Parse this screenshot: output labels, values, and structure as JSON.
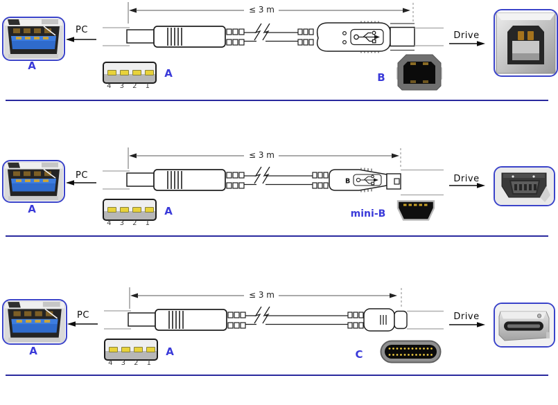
{
  "diagram": {
    "description": "USB cable types: A-to-B, A-to-mini-B, A-to-C",
    "colors": {
      "label_blue": "#3A3AD9",
      "separator_blue": "#29299E",
      "port_border_blue": "#3A43C9",
      "pin_yellow": "#E8D23A"
    },
    "rows": [
      {
        "id": "usb-a-to-usb-b",
        "pc_label": "PC",
        "drive_label": "Drive",
        "length_label": "≤ 3 m",
        "host_port_label": "A",
        "a_face_label": "A",
        "pin_numbers": [
          "4",
          "3",
          "2",
          "1"
        ],
        "device_face_label": "B"
      },
      {
        "id": "usb-a-to-mini-b",
        "pc_label": "PC",
        "drive_label": "Drive",
        "length_label": "≤ 3 m",
        "host_port_label": "A",
        "a_face_label": "A",
        "pin_numbers": [
          "4",
          "3",
          "2",
          "1"
        ],
        "device_face_label": "mini-B",
        "plug_mark": "B"
      },
      {
        "id": "usb-a-to-usb-c",
        "pc_label": "PC",
        "drive_label": "Drive",
        "length_label": "≤ 3 m",
        "host_port_label": "A",
        "a_face_label": "A",
        "pin_numbers": [
          "4",
          "3",
          "2",
          "1"
        ],
        "device_face_label": "C"
      }
    ]
  }
}
